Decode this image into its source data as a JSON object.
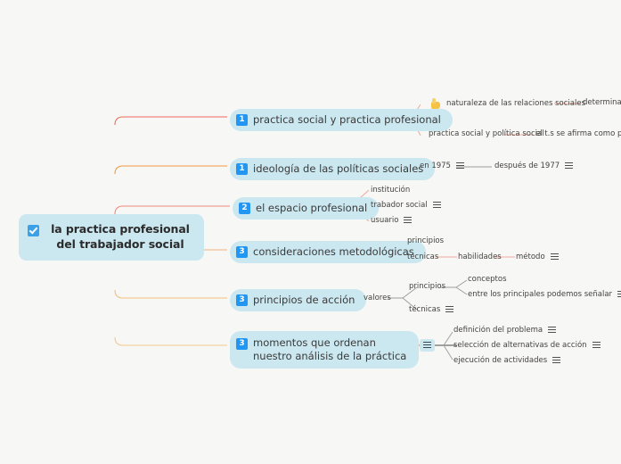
{
  "app": {
    "background": "#f7f7f5",
    "node_fill": "#cbe7f0",
    "badge_color": "#2196f3",
    "trunk_top_color": "#e8483f",
    "trunk_mid_color": "#f28c1c",
    "trunk_bottom_color": "#f5c16b",
    "link_color": "#f1a396"
  },
  "root": {
    "label": "la practica profesional del trabajador social",
    "checkbox_checked": true
  },
  "branches": [
    {
      "badge": "1",
      "label": "practica social y practica profesional",
      "children": [
        {
          "emoji": "thumbs-up",
          "label": "naturaleza de las relaciones sociales",
          "children": [
            {
              "label": "determinan:",
              "has_note": true
            }
          ]
        },
        {
          "label": "practica social y política social",
          "children": [
            {
              "label": "el t.s se afirma como profe"
            }
          ]
        }
      ]
    },
    {
      "badge": "1",
      "label": "ideología de las políticas sociales",
      "children": [
        {
          "label": "en 1975",
          "has_note": true,
          "children": [
            {
              "label": "después de 1977",
              "has_note": true
            }
          ]
        }
      ]
    },
    {
      "badge": "2",
      "label": "el espacio profesional",
      "children": [
        {
          "label": "institución"
        },
        {
          "label": "trabador social",
          "has_note": true
        },
        {
          "label": "usuario",
          "has_note": true
        }
      ]
    },
    {
      "badge": "3",
      "label": "consideraciones metodológicas",
      "children": [
        {
          "label": "principios"
        },
        {
          "label": "tecnicas",
          "children": [
            {
              "label": "habilidades",
              "children": [
                {
                  "label": "método",
                  "has_note": true
                }
              ]
            }
          ]
        }
      ]
    },
    {
      "badge": "3",
      "label": "principios de acción",
      "children": [
        {
          "label": "valores",
          "children": [
            {
              "label": "principios",
              "children": [
                {
                  "label": "conceptos"
                },
                {
                  "label": "entre los principales podemos señalar",
                  "has_note": true
                }
              ]
            },
            {
              "label": "técnicas",
              "has_note": true
            }
          ]
        }
      ]
    },
    {
      "badge": "3",
      "label": "momentos que ordenan nuestro análisis de la práctica",
      "note_chip": true,
      "children": [
        {
          "label": "definición del problema",
          "has_note": true
        },
        {
          "label": "selección de alternativas de acción",
          "has_note": true
        },
        {
          "label": "ejecución de actividades",
          "has_note": true
        }
      ]
    }
  ]
}
